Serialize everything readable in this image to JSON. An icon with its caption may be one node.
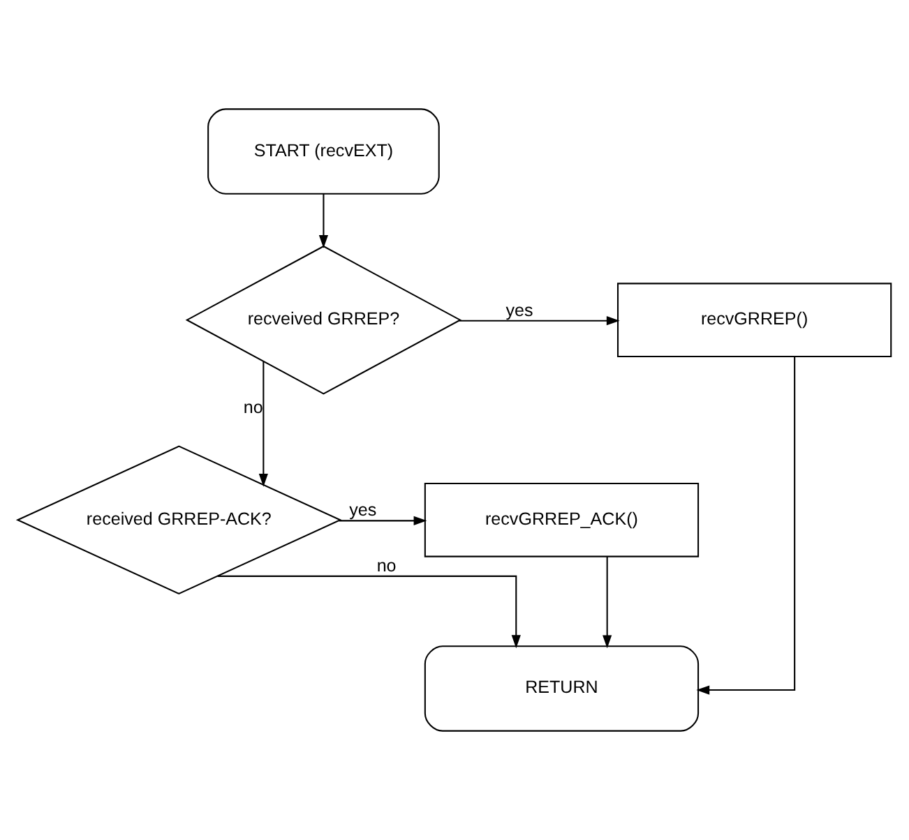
{
  "diagram": {
    "nodes": [
      {
        "text": [
          "START (recvEXT)"
        ]
      },
      {
        "text": [
          "recveived GRREP?"
        ]
      },
      {
        "text": [
          "recvGRREP()"
        ]
      },
      {
        "text": [
          "received GRREP-ACK?"
        ]
      },
      {
        "text": [
          "recvGRREP_ACK()"
        ]
      },
      {
        "text": [
          "RETURN"
        ]
      }
    ],
    "edges": [
      {
        "from": 0,
        "to": 1,
        "arrow": "to"
      },
      {
        "from": 1,
        "to": 2,
        "arrow": "to",
        "label": "yes"
      },
      {
        "from": 1,
        "to": 3,
        "arrow": "to",
        "label": "no"
      },
      {
        "from": 3,
        "to": 4,
        "arrow": "to",
        "label": "yes"
      },
      {
        "from": 3,
        "to": 5,
        "arrow": "to",
        "label": "no"
      },
      {
        "from": 2,
        "to": 5,
        "arrow": "to"
      },
      {
        "from": 4,
        "to": 5,
        "arrow": "to"
      }
    ]
  }
}
